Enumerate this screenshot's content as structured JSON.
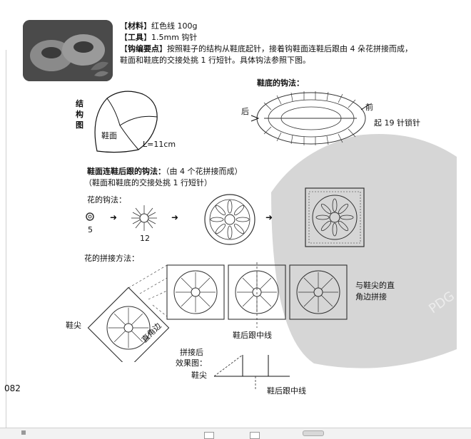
{
  "materials": {
    "material_label": "材料",
    "material_value": "红色线 100g",
    "tool_label": "工具",
    "tool_value": "1.5mm 钩针",
    "key_label": "钩编要点",
    "key_text_1": "按照鞋子的结构从鞋底起针，接着钩鞋面连鞋后跟由 4 朵花拼接而成，",
    "key_text_2": "鞋面和鞋底的交接处挑 1 行短针。具体钩法参照下图。"
  },
  "structure": {
    "title_chars": [
      "结",
      "构",
      "图"
    ],
    "upper_label": "鞋面",
    "length_label": "L=11cm"
  },
  "sole": {
    "title": "鞋底的钩法：",
    "back_label": "后",
    "front_label": "前",
    "start_label": "起 19 针锁针"
  },
  "upper_method": {
    "title_bold": "鞋面连鞋后跟的钩法：",
    "title_note": "（由 4 个花拼接而成）",
    "subnote": "（鞋面和鞋底的交接处挑 1 行短针）"
  },
  "flower": {
    "title": "花的钩法：",
    "step1_count": "5",
    "step2_count": "12"
  },
  "joining": {
    "title": "花的拼接方法：",
    "toe_label": "鞋尖",
    "right_angle_label": "直角边",
    "heel_center_label": "鞋后跟中线",
    "right_note_1": "与鞋尖的直",
    "right_note_2": "角边拼接"
  },
  "effect": {
    "title_1": "拼接后",
    "title_2": "效果图：",
    "toe_label": "鞋尖",
    "heel_center_label": "鞋后跟中线"
  },
  "page_number": "082",
  "watermark_text": "PDG"
}
